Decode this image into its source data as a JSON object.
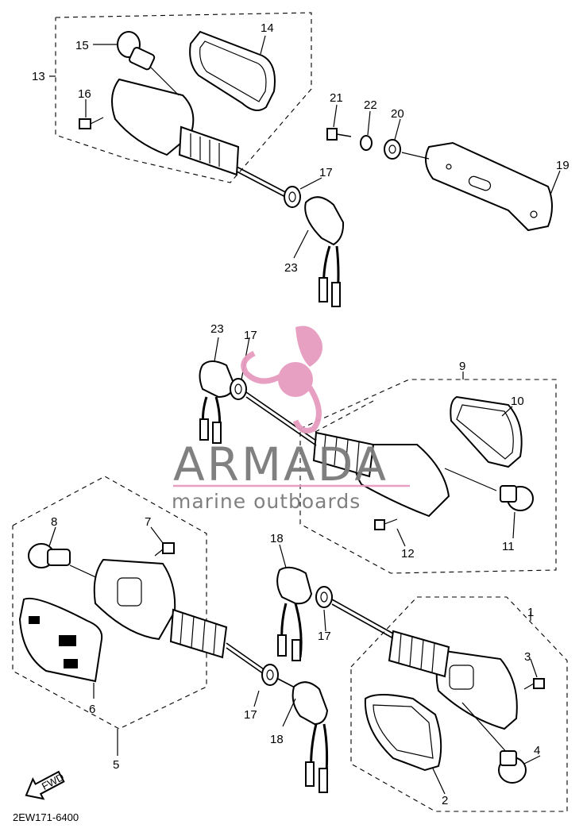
{
  "diagram": {
    "part_numbers": [
      "1",
      "2",
      "3",
      "4",
      "5",
      "6",
      "7",
      "8",
      "9",
      "10",
      "11",
      "12",
      "13",
      "14",
      "15",
      "16",
      "17",
      "18",
      "19",
      "20",
      "21",
      "22",
      "23"
    ],
    "diagram_code": "2EW171-6400",
    "fwd_label": "FWD"
  },
  "watermark": {
    "brand": "ARMADA",
    "tagline": "marine outboards",
    "accent_color": "#e79bbf",
    "text_color": "#7a7a7a"
  }
}
